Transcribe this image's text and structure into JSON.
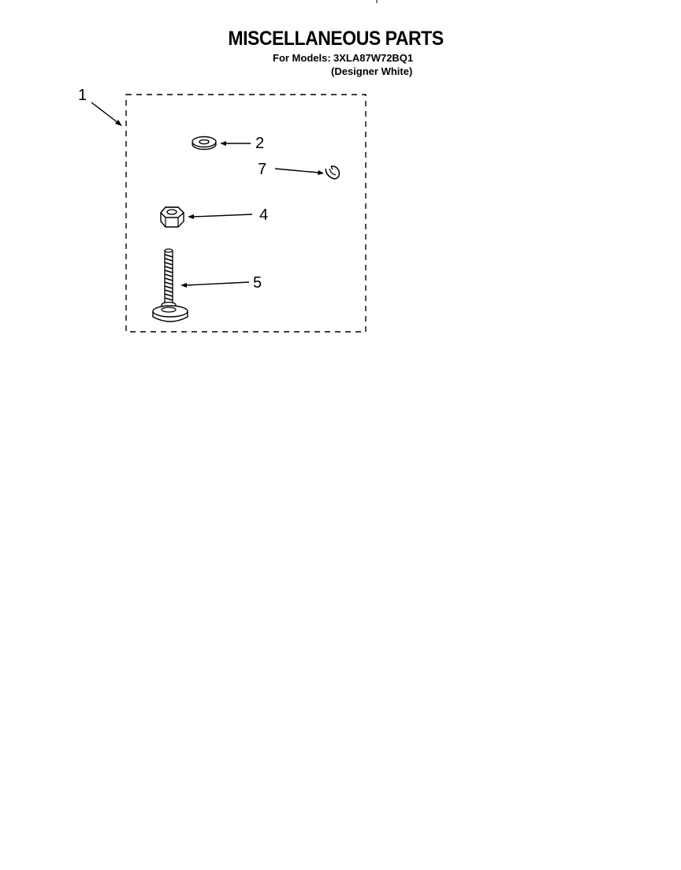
{
  "title": "MISCELLANEOUS PARTS",
  "models": {
    "label": "For Models:",
    "value": "3XLA87W72BQ1",
    "color": "(Designer White)"
  },
  "callouts": {
    "kit": "1",
    "washer": "2",
    "clip": "7",
    "nut": "4",
    "foot": "5"
  },
  "icons": {
    "washer": "flat-washer-icon",
    "clip": "retaining-clip-icon",
    "nut": "hex-nut-icon",
    "foot": "leveling-foot-icon"
  },
  "colors": {
    "line": "#000000",
    "background": "#ffffff"
  }
}
